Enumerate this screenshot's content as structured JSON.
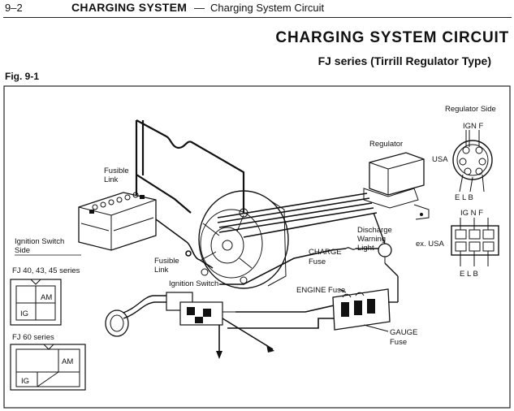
{
  "header": {
    "page_number": "9–2",
    "section": "CHARGING SYSTEM",
    "dash": "—",
    "subsection": "Charging System Circuit"
  },
  "title": "CHARGING SYSTEM CIRCUIT",
  "subtitle": "FJ series (Tirrill Regulator Type)",
  "figure_label": "Fig. 9-1",
  "labels": {
    "regulator_side": "Regulator Side",
    "regulator": "Regulator",
    "usa": "USA",
    "ex_usa": "ex. USA",
    "pins_usa_top": "IGN F",
    "pins_usa_bottom": "E L    B",
    "pins_ex_top": "IG  N  F",
    "pins_ex_bottom": "E  L  B",
    "fusible_link_1_line1": "Fusible",
    "fusible_link_1_line2": "Link",
    "fusible_link_2_line1": "Fusible",
    "fusible_link_2_line2": "Link",
    "ignition_switch_side_line1": "Ignition Switch",
    "ignition_switch_side_line2": "Side",
    "fj40_series": "FJ 40, 43, 45 series",
    "fj60_series": "FJ 60 series",
    "am": "AM",
    "ig": "IG",
    "ignition_switch": "Ignition Switch",
    "charge_fuse_line1": "CHARGE",
    "charge_fuse_line2": "Fuse",
    "discharge_line1": "Discharge",
    "discharge_line2": "Warning",
    "discharge_line3": "Light",
    "engine_fuse": "ENGINE Fuse",
    "gauge_fuse_line1": "GAUGE",
    "gauge_fuse_line2": "Fuse"
  }
}
